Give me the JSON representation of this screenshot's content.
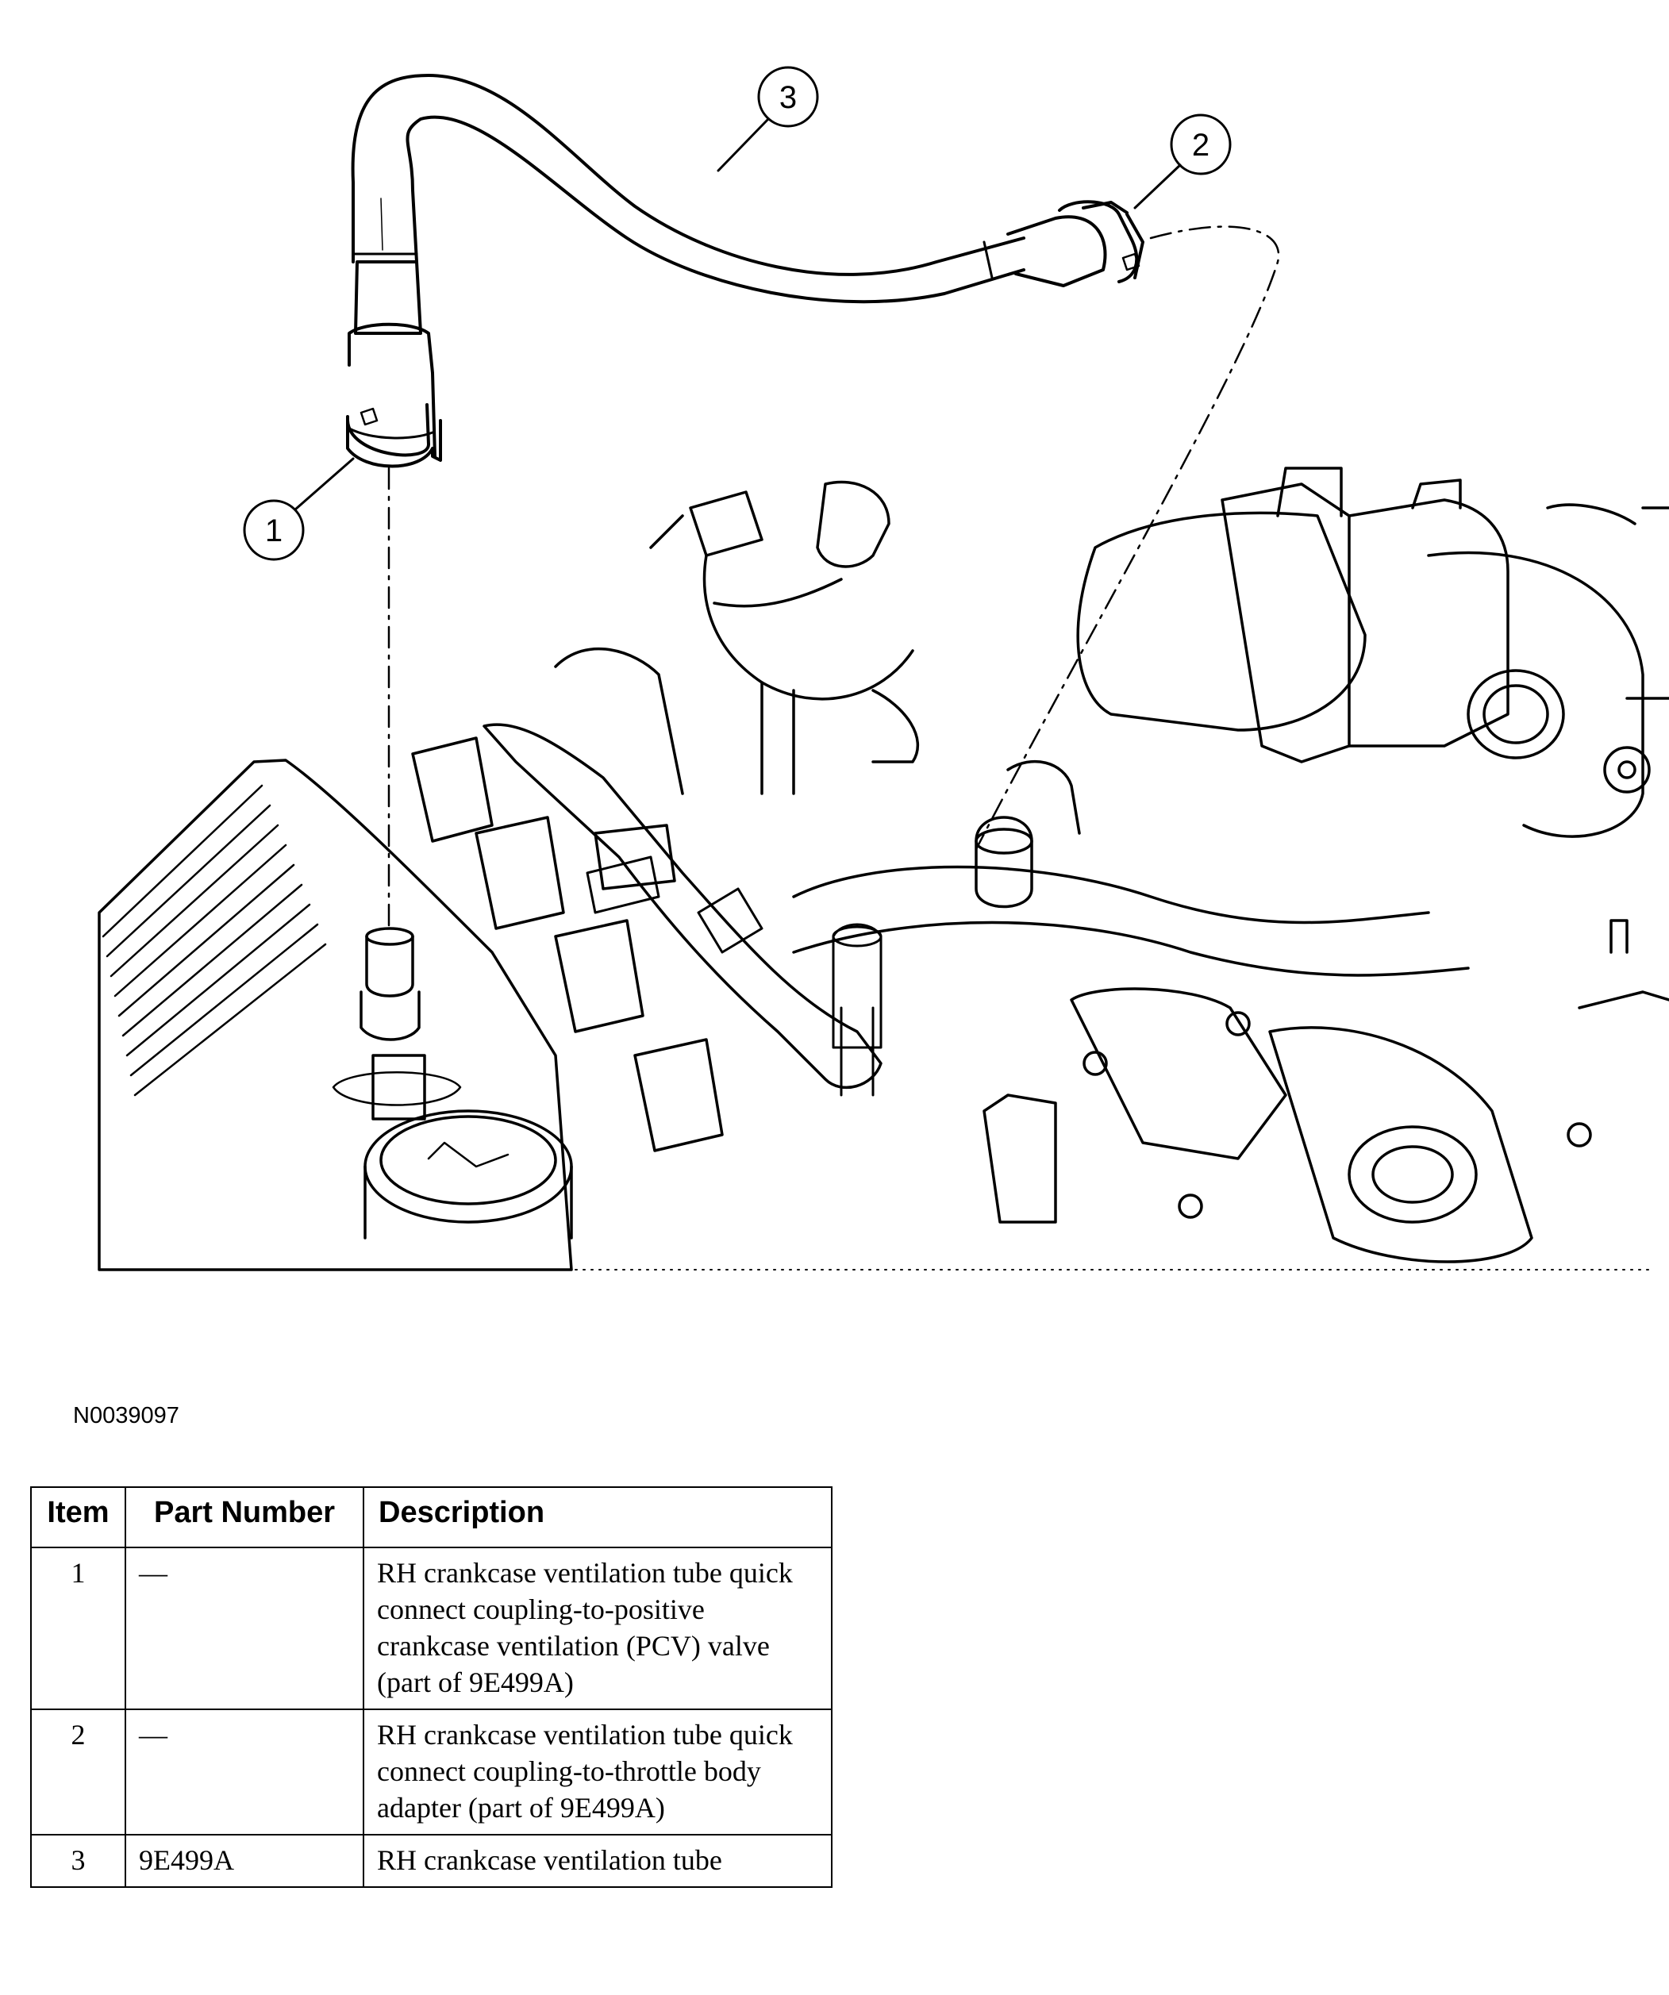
{
  "figure": {
    "id": "N0039097",
    "callouts": [
      "1",
      "2",
      "3"
    ]
  },
  "table": {
    "headers": [
      "Item",
      "Part Number",
      "Description"
    ],
    "rows": [
      {
        "item": "1",
        "part": "—",
        "description": "RH crankcase ventilation tube quick connect coupling-to-positive crankcase ventilation (PCV) valve (part of 9E499A)"
      },
      {
        "item": "2",
        "part": "—",
        "description": "RH crankcase ventilation tube quick connect coupling-to-throttle body adapter (part of 9E499A)"
      },
      {
        "item": "3",
        "part": "9E499A",
        "description": "RH crankcase ventilation tube"
      }
    ]
  }
}
